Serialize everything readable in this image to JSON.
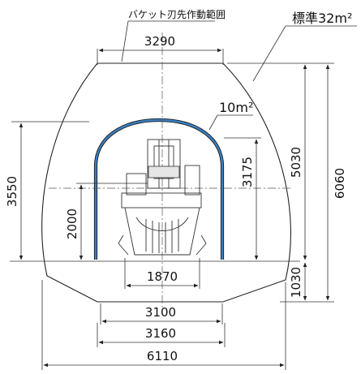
{
  "labels": {
    "bucket_range": "バケット刃先作動範囲",
    "standard_area": "標準32m²",
    "small_area": "10m²"
  },
  "dimensions": {
    "top_width": "3290",
    "height_full": "6060",
    "height_upper": "5030",
    "height_lower": "1030",
    "small_height": "3175",
    "left_height": "3550",
    "machine_height": "2000",
    "machine_width": "1870",
    "base_3100": "3100",
    "base_3160": "3160",
    "base_6110": "6110"
  },
  "colors": {
    "small_tunnel": "#3a7fc1",
    "lines": "#222222"
  }
}
